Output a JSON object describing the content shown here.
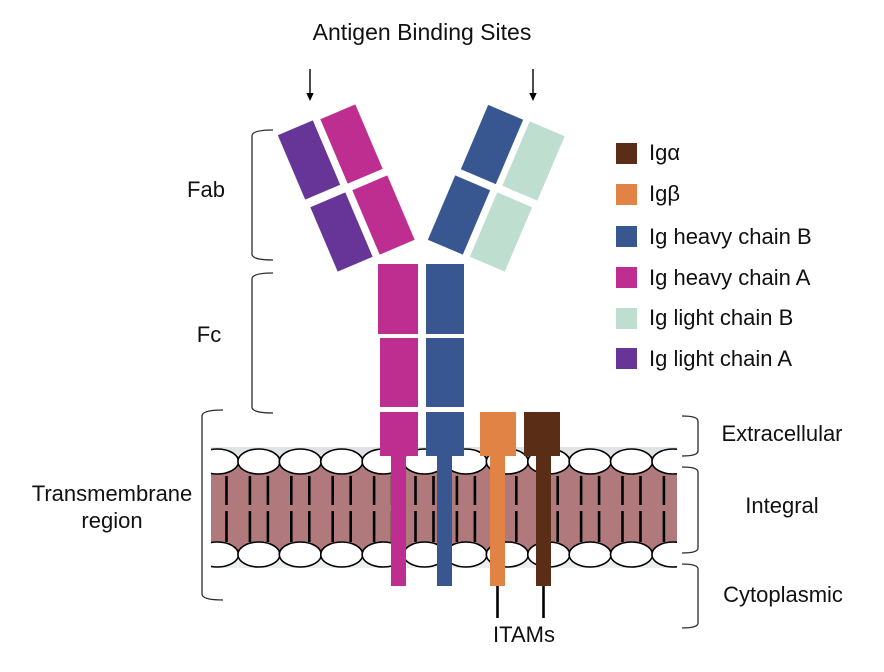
{
  "title": "Antigen Binding Sites",
  "regions": {
    "fab": "Fab",
    "fc": "Fc",
    "transmembrane_line1": "Transmembrane",
    "transmembrane_line2": "region",
    "extracellular": "Extracellular",
    "integral": "Integral",
    "cytoplasmic": "Cytoplasmic"
  },
  "itams": "ITAMs",
  "legend": [
    {
      "label": "Igα",
      "color": "#5a2e16"
    },
    {
      "label": "Igβ",
      "color": "#e08345"
    },
    {
      "label": "Ig heavy chain B",
      "color": "#385791"
    },
    {
      "label": "Ig heavy chain A",
      "color": "#be2e91"
    },
    {
      "label": "Ig light chain B",
      "color": "#bedfd0"
    },
    {
      "label": "Ig light chain A",
      "color": "#663597"
    }
  ],
  "membrane": {
    "bilayer_color": "#b07a7d",
    "background_color": "#e3e6e8"
  }
}
